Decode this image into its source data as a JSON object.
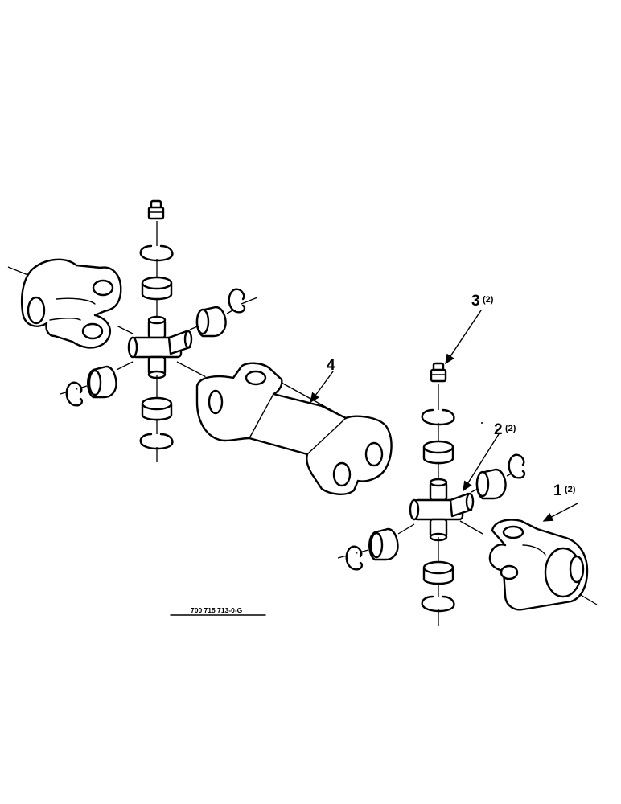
{
  "callouts": [
    {
      "number": "1",
      "qty": "(2)"
    },
    {
      "number": "2",
      "qty": "(2)"
    },
    {
      "number": "3",
      "qty": "(2)"
    },
    {
      "number": "4",
      "qty": ""
    }
  ],
  "drawing_code": "700 715 713-0-G"
}
